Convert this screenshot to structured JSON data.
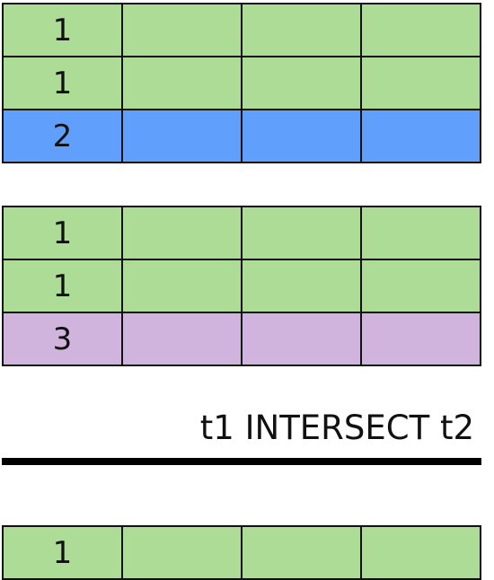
{
  "colors": {
    "green": "#acdc96",
    "blue": "#619ffc",
    "purple": "#d1b4de"
  },
  "table_t1": {
    "rows": [
      {
        "value": "1",
        "color": "green"
      },
      {
        "value": "1",
        "color": "green"
      },
      {
        "value": "2",
        "color": "blue"
      }
    ]
  },
  "table_t2": {
    "rows": [
      {
        "value": "1",
        "color": "green"
      },
      {
        "value": "1",
        "color": "green"
      },
      {
        "value": "3",
        "color": "purple"
      }
    ]
  },
  "operation": {
    "label": "t1 INTERSECT t2"
  },
  "table_result": {
    "rows": [
      {
        "value": "1",
        "color": "green"
      }
    ]
  }
}
